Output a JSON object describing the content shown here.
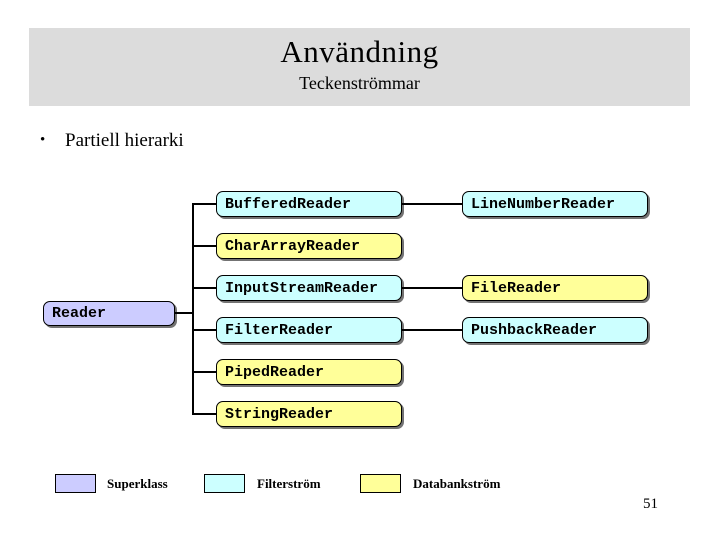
{
  "slide": {
    "title": "Användning",
    "subtitle": "Teckenströmmar",
    "bullet": "Partiell hierarki",
    "page_number": "51"
  },
  "colors": {
    "superclass": "#CCCCFF",
    "filter_stream": "#CCFFFF",
    "data_stream": "#FFFF99",
    "header_band": "#DCDCDC",
    "line": "#000000"
  },
  "diagram": {
    "root": {
      "label": "Reader",
      "type": "superclass"
    },
    "children": [
      {
        "label": "BufferedReader",
        "type": "filter_stream",
        "child": {
          "label": "LineNumberReader",
          "type": "filter_stream"
        }
      },
      {
        "label": "CharArrayReader",
        "type": "data_stream"
      },
      {
        "label": "InputStreamReader",
        "type": "filter_stream",
        "child": {
          "label": "FileReader",
          "type": "data_stream"
        }
      },
      {
        "label": "FilterReader",
        "type": "filter_stream",
        "child": {
          "label": "PushbackReader",
          "type": "filter_stream"
        }
      },
      {
        "label": "PipedReader",
        "type": "data_stream"
      },
      {
        "label": "StringReader",
        "type": "data_stream"
      }
    ]
  },
  "legend": [
    {
      "label": "Superklass",
      "type": "superclass"
    },
    {
      "label": "Filterström",
      "type": "filter_stream"
    },
    {
      "label": "Databankström",
      "type": "data_stream"
    }
  ]
}
